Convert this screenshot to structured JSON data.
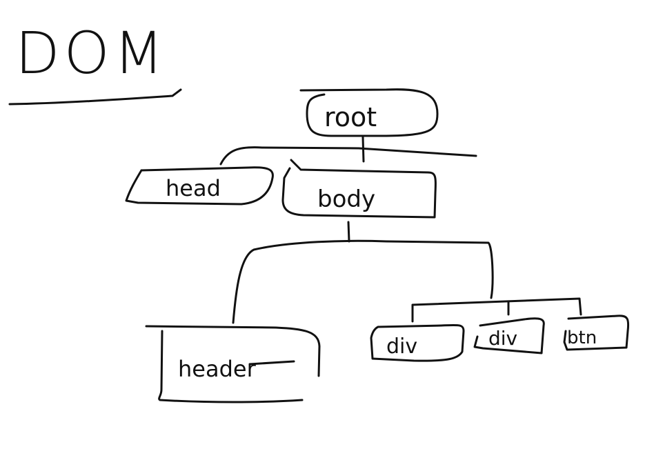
{
  "diagram": {
    "title": "DOM",
    "nodes": {
      "root": "root",
      "head": "head",
      "body": "body",
      "header": "header",
      "div1": "div",
      "div2": "div",
      "btn": "btn"
    }
  }
}
